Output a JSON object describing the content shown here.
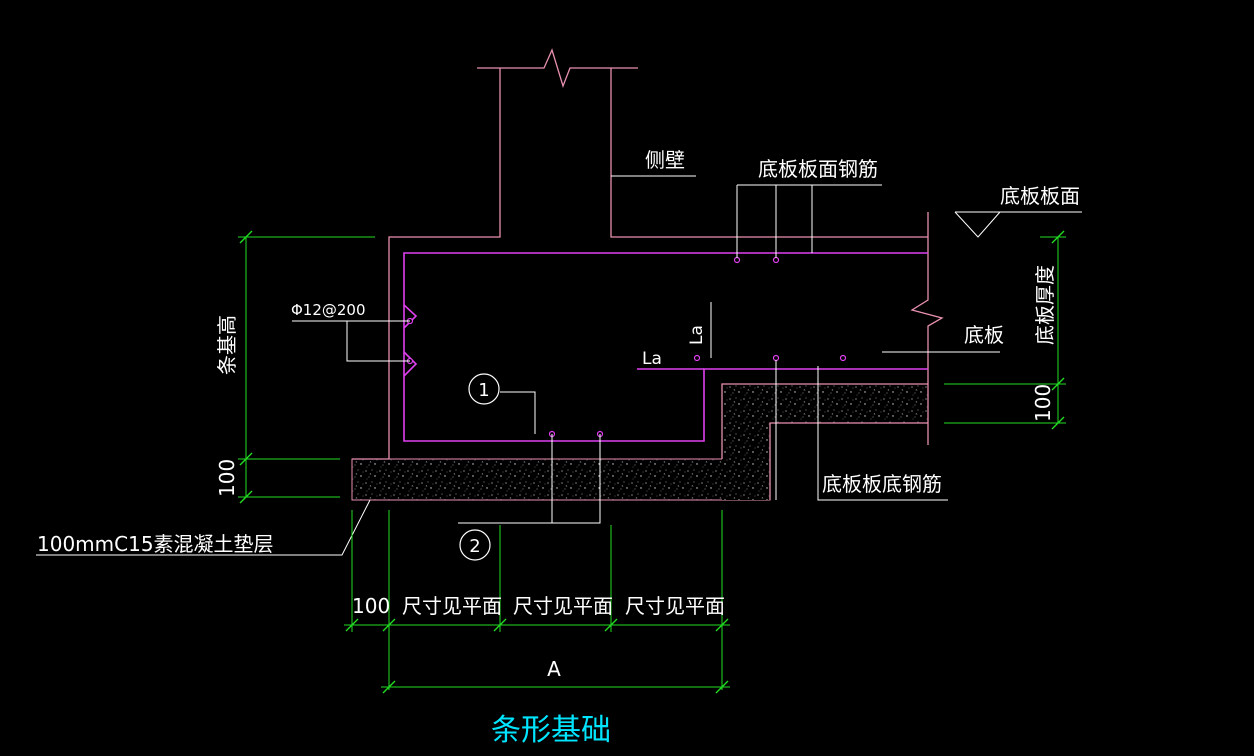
{
  "title": "条形基础",
  "labels": {
    "side_wall": "侧壁",
    "slab_top_rebar": "底板板面钢筋",
    "slab_top_surface": "底板板面",
    "slab": "底板",
    "slab_thickness": "底板厚度",
    "slab_bottom_rebar": "底板板底钢筋",
    "strip_height": "条基高",
    "stirrup": "Φ12@200",
    "la_1": "La",
    "la_2": "La",
    "marker_1": "1",
    "marker_2": "2",
    "cushion": "100mmC15素混凝土垫层",
    "dim_100_left": "100",
    "dim_100_right": "100",
    "dim_100_bottom": "100",
    "dim_plan_1": "尺寸见平面",
    "dim_plan_2": "尺寸见平面",
    "dim_plan_3": "尺寸见平面",
    "dim_a": "A"
  },
  "colors": {
    "background": "#000000",
    "outline": "#e890b0",
    "rebar": "#e040f0",
    "dimension": "#22dd22",
    "text": "#ffffff",
    "title": "#00e5ff"
  }
}
